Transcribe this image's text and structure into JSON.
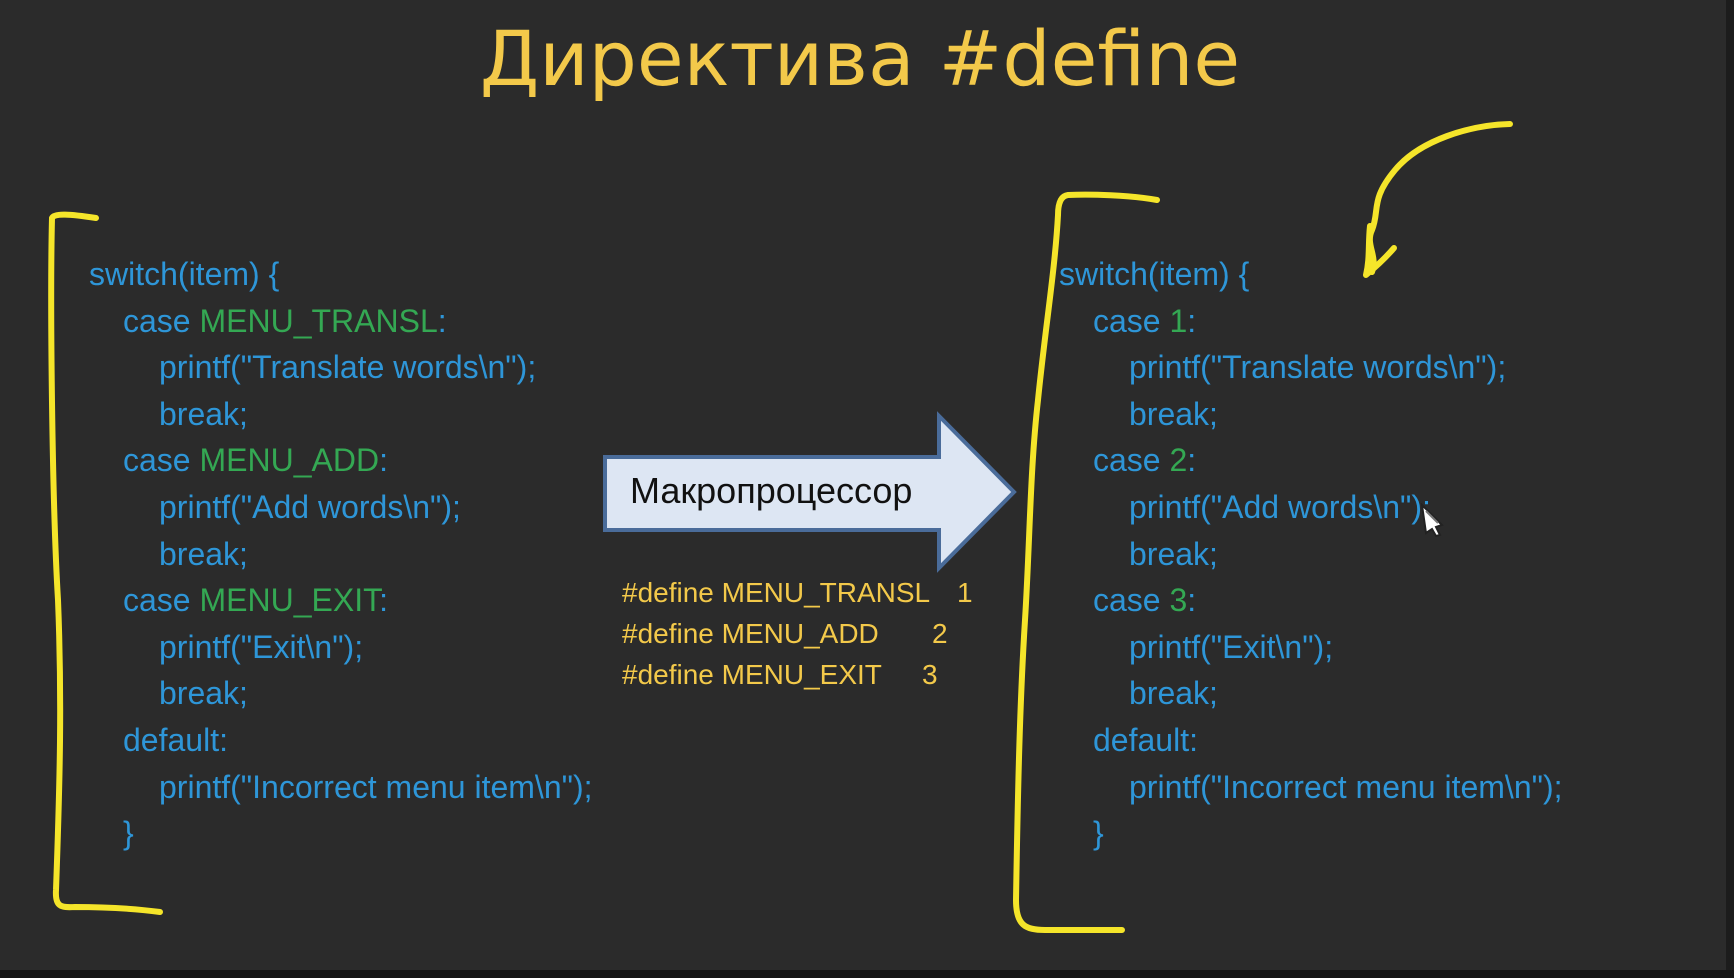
{
  "title": "Директива #define",
  "left_code": {
    "lines": [
      {
        "indent": 0,
        "text": "switch(item) {",
        "const": ""
      },
      {
        "indent": 1,
        "text": "case ",
        "const": "MENU_TRANSL",
        "suffix": ":"
      },
      {
        "indent": 2,
        "text": "printf(\"Translate words\\n\");",
        "const": ""
      },
      {
        "indent": 2,
        "text": "break;",
        "const": ""
      },
      {
        "indent": 1,
        "text": "case ",
        "const": "MENU_ADD",
        "suffix": ":"
      },
      {
        "indent": 2,
        "text": "printf(\"Add words\\n\");",
        "const": ""
      },
      {
        "indent": 2,
        "text": "break;",
        "const": ""
      },
      {
        "indent": 1,
        "text": "case ",
        "const": "MENU_EXIT",
        "suffix": ":"
      },
      {
        "indent": 2,
        "text": "printf(\"Exit\\n\");",
        "const": ""
      },
      {
        "indent": 2,
        "text": "break;",
        "const": ""
      },
      {
        "indent": 1,
        "text": "default:",
        "const": ""
      },
      {
        "indent": 2,
        "text": "printf(\"Incorrect menu item\\n\");",
        "const": ""
      },
      {
        "indent": 1,
        "text": "}",
        "const": ""
      }
    ]
  },
  "right_code": {
    "lines": [
      {
        "indent": 0,
        "text": "switch(item) {",
        "const": ""
      },
      {
        "indent": 1,
        "text": "case ",
        "const": "1",
        "suffix": ":"
      },
      {
        "indent": 2,
        "text": "printf(\"Translate words\\n\");",
        "const": ""
      },
      {
        "indent": 2,
        "text": "break;",
        "const": ""
      },
      {
        "indent": 1,
        "text": "case ",
        "const": "2",
        "suffix": ":"
      },
      {
        "indent": 2,
        "text": "printf(\"Add words\\n\");",
        "const": ""
      },
      {
        "indent": 2,
        "text": "break;",
        "const": ""
      },
      {
        "indent": 1,
        "text": "case ",
        "const": "3",
        "suffix": ":"
      },
      {
        "indent": 2,
        "text": "printf(\"Exit\\n\");",
        "const": ""
      },
      {
        "indent": 2,
        "text": "break;",
        "const": ""
      },
      {
        "indent": 1,
        "text": "default:",
        "const": ""
      },
      {
        "indent": 2,
        "text": "printf(\"Incorrect menu item\\n\");",
        "const": ""
      },
      {
        "indent": 1,
        "text": "}",
        "const": ""
      }
    ]
  },
  "arrow": {
    "label": "Макропроцессор"
  },
  "defines": [
    {
      "text": "#define MENU_TRANSL",
      "value": "1"
    },
    {
      "text": "#define MENU_ADD",
      "value": "2"
    },
    {
      "text": "#define MENU_EXIT",
      "value": "3"
    }
  ],
  "colors": {
    "background": "#2b2b2b",
    "title": "#f3c94a",
    "code": "#2e96d8",
    "constant": "#34a853",
    "define_text": "#f3c94a",
    "annotation": "#f5e52a",
    "arrow_fill": "#dde6f3",
    "arrow_border": "#4a6c9a"
  },
  "icons": {
    "cursor": "pen-cursor-icon"
  }
}
